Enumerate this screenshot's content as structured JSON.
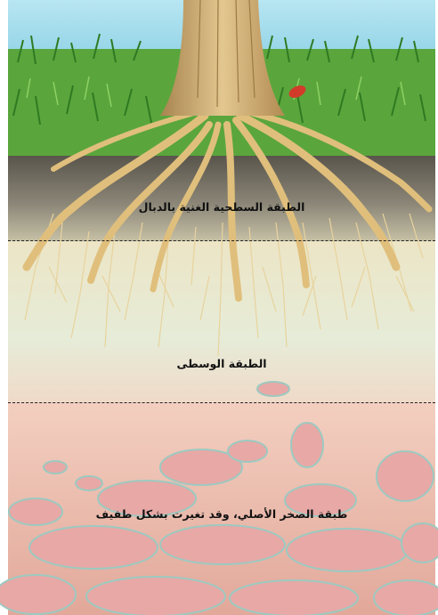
{
  "layers": {
    "topsoil": {
      "label": "الطبقة السطحية الغنية بالدبال",
      "color": "#6f6a60"
    },
    "subsoil": {
      "label": "الطبقة الوسطى",
      "color": "#e8e2c4"
    },
    "bedrock": {
      "label": "طبقة الصخر الأصلي، وقد تغيرت بشكل طفيف",
      "color": "#e9b9a8"
    }
  },
  "colors": {
    "sky": "#9dd9ea",
    "grass": "#57a43a",
    "root": "#e3c485",
    "trunk": "#c9a263",
    "flower": "#d23b2a"
  }
}
